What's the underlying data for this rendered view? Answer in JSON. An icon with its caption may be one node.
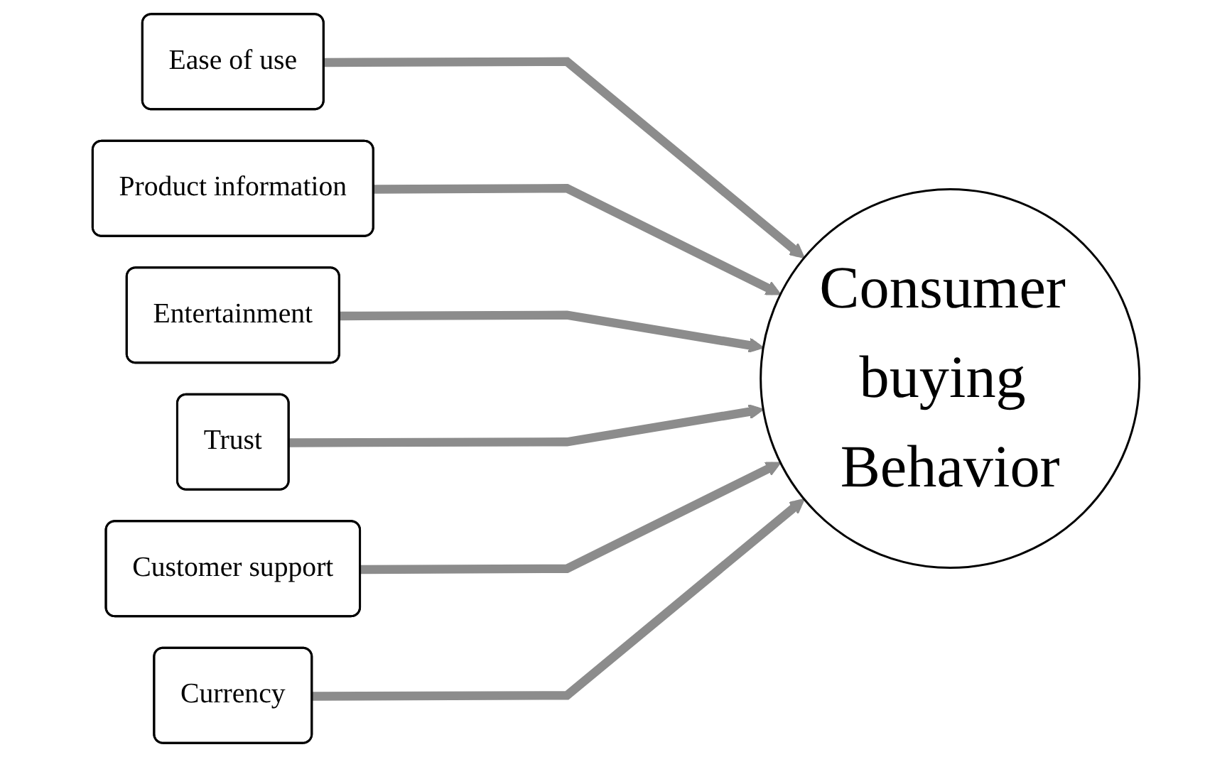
{
  "diagram": {
    "nodes": [
      {
        "text": [
          "Ease of use"
        ]
      },
      {
        "text": [
          "Product information"
        ]
      },
      {
        "text": [
          "Entertainment"
        ]
      },
      {
        "text": [
          "Trust"
        ]
      },
      {
        "text": [
          "Customer support"
        ]
      },
      {
        "text": [
          "Currency"
        ]
      },
      {
        "text": [
          "Consumer buying Behavior"
        ]
      }
    ],
    "edges": [
      {
        "from": 0,
        "to": 6,
        "arrow": "to"
      },
      {
        "from": 1,
        "to": 6,
        "arrow": "to"
      },
      {
        "from": 2,
        "to": 6,
        "arrow": "to"
      },
      {
        "from": 3,
        "to": 6,
        "arrow": "to"
      },
      {
        "from": 4,
        "to": 6,
        "arrow": "to"
      },
      {
        "from": 5,
        "to": 6,
        "arrow": "to"
      }
    ]
  }
}
